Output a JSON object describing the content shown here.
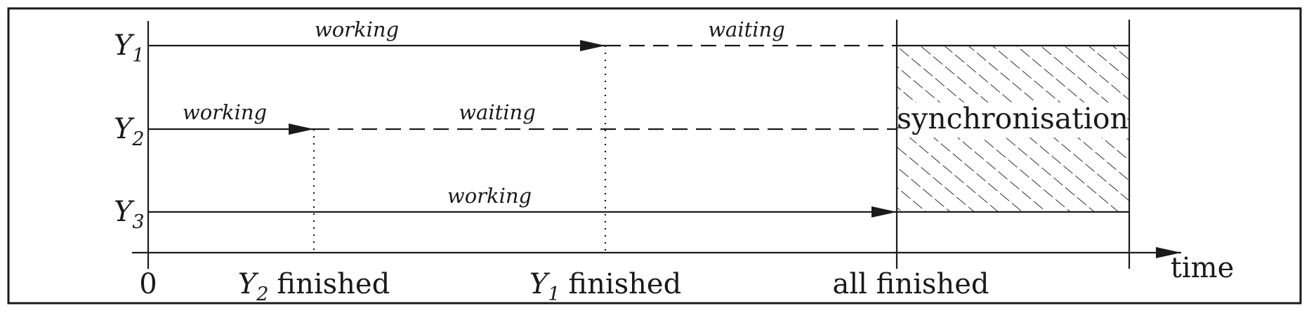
{
  "processes": [
    {
      "letter": "Y",
      "sub": "1"
    },
    {
      "letter": "Y",
      "sub": "2"
    },
    {
      "letter": "Y",
      "sub": "3"
    }
  ],
  "states": {
    "y1_working": "working",
    "y1_waiting": "waiting",
    "y2_working": "working",
    "y2_waiting": "waiting",
    "y3_working": "working"
  },
  "ticks": {
    "zero": "0",
    "y2_finished": {
      "letter": "Y",
      "sub": "2",
      "text": "finished"
    },
    "y1_finished": {
      "letter": "Y",
      "sub": "1",
      "text": "finished"
    },
    "all_finished": "all finished"
  },
  "axis": {
    "label": "time"
  },
  "sync_region": {
    "label": "synchronisation"
  }
}
